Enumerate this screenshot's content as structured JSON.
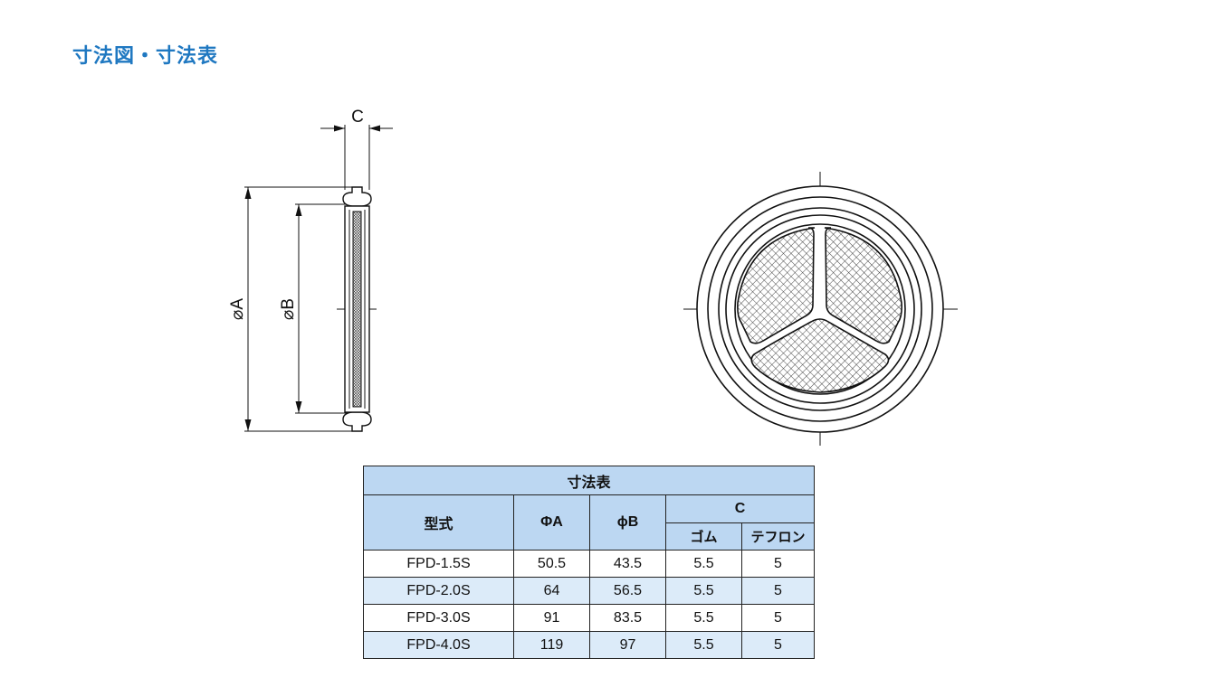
{
  "page": {
    "section_title": "寸法図・寸法表"
  },
  "drawing": {
    "side_view": {
      "label_c": "C",
      "label_a": "⌀A",
      "label_b": "⌀B"
    },
    "front_view": {}
  },
  "table": {
    "caption": "寸法表",
    "headers": {
      "model": "型式",
      "a": "ΦA",
      "b": "ϕB",
      "c": "C",
      "c_rubber": "ゴム",
      "c_teflon": "テフロン"
    },
    "rows": [
      {
        "model": "FPD-1.5S",
        "a": "50.5",
        "b": "43.5",
        "rubber": "5.5",
        "teflon": "5"
      },
      {
        "model": "FPD-2.0S",
        "a": "64",
        "b": "56.5",
        "rubber": "5.5",
        "teflon": "5"
      },
      {
        "model": "FPD-3.0S",
        "a": "91",
        "b": "83.5",
        "rubber": "5.5",
        "teflon": "5"
      },
      {
        "model": "FPD-4.0S",
        "a": "119",
        "b": "97",
        "rubber": "5.5",
        "teflon": "5"
      }
    ],
    "colors": {
      "header_fill": "#bcd7f2",
      "alt_row_fill": "#dcebf9",
      "title_color": "#1f78c1"
    }
  }
}
